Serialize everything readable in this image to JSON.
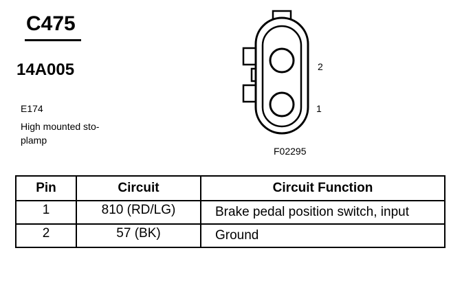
{
  "header": {
    "connector_id": "C475",
    "part_number": "14A005"
  },
  "component": {
    "id": "E174",
    "description": "High mounted sto-plamp"
  },
  "diagram": {
    "pin_label_2": "2",
    "pin_label_1": "1",
    "figure_code": "F02295"
  },
  "table": {
    "headers": [
      "Pin",
      "Circuit",
      "Circuit Function"
    ],
    "rows": [
      {
        "pin": "1",
        "circuit": "810 (RD/LG)",
        "function": "Brake pedal position switch, input"
      },
      {
        "pin": "2",
        "circuit": "57 (BK)",
        "function": "Ground"
      }
    ]
  }
}
